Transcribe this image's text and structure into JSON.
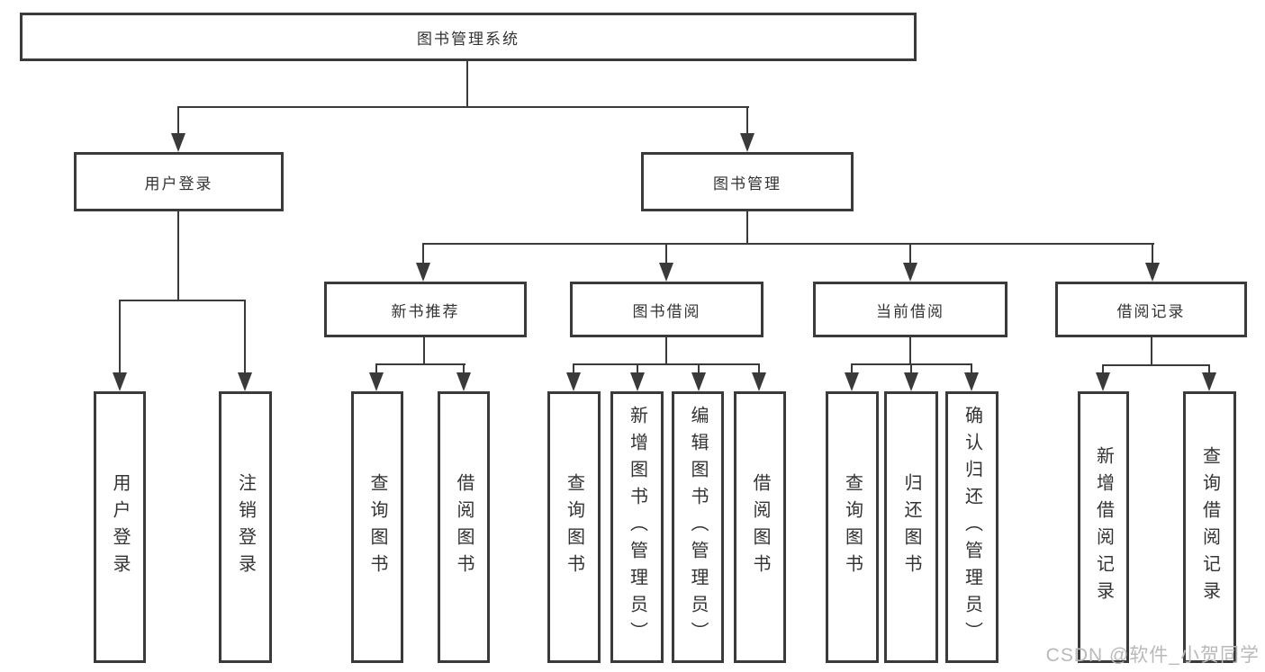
{
  "colors": {
    "line": "#3a3a3a",
    "text": "#333333",
    "watermark": "#b9b9b9"
  },
  "watermark": {
    "text": "CSDN @软件_小贺同学"
  },
  "tree": {
    "root": {
      "label": "图书管理系统",
      "children": [
        {
          "label": "用户登录",
          "children": [
            {
              "label": "用户登录"
            },
            {
              "label": "注销登录"
            }
          ]
        },
        {
          "label": "图书管理",
          "children": [
            {
              "label": "新书推荐",
              "children": [
                {
                  "label": "查询图书"
                },
                {
                  "label": "借阅图书"
                }
              ]
            },
            {
              "label": "图书借阅",
              "children": [
                {
                  "label": "查询图书"
                },
                {
                  "label": "新增图书（管理员）"
                },
                {
                  "label": "编辑图书（管理员）"
                },
                {
                  "label": "借阅图书"
                }
              ]
            },
            {
              "label": "当前借阅",
              "children": [
                {
                  "label": "查询图书"
                },
                {
                  "label": "归还图书"
                },
                {
                  "label": "确认归还（管理员）"
                }
              ]
            },
            {
              "label": "借阅记录",
              "children": [
                {
                  "label": "新增借阅记录"
                },
                {
                  "label": "查询借阅记录"
                }
              ]
            }
          ]
        }
      ]
    }
  }
}
